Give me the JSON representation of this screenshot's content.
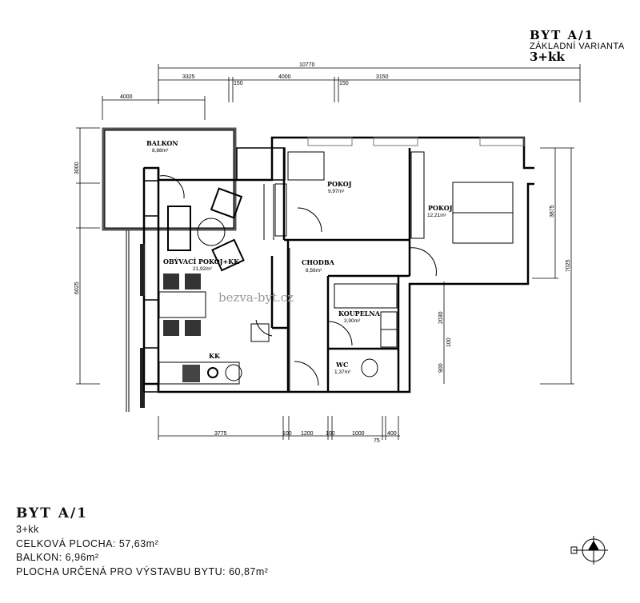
{
  "header": {
    "apartment": "BYT A/1",
    "variant": "ZÁKLADNÍ VARIANTA",
    "layout": "3+kk"
  },
  "dimensions": {
    "top_total": "10770",
    "top_segments": [
      "3325",
      "150",
      "4000",
      "150",
      "3150"
    ],
    "balcony_width": "4000",
    "left": [
      "3000",
      "6025"
    ],
    "right": [
      "3875",
      "7025",
      "2030",
      "100",
      "900"
    ],
    "bottom": [
      "3775",
      "100",
      "1200",
      "100",
      "1000",
      "75",
      "400"
    ]
  },
  "rooms": {
    "balkon": {
      "name": "BALKON",
      "area": "8,88m²"
    },
    "pokoj1": {
      "name": "POKOJ",
      "area": "9,97m²"
    },
    "pokoj2": {
      "name": "POKOJ",
      "area": "12,21m²"
    },
    "obyvaci": {
      "name": "OBÝVACÍ POKOJ+KK",
      "area": "21,92m²"
    },
    "chodba": {
      "name": "CHODBA",
      "area": "8,56m²"
    },
    "koupelna": {
      "name": "KOUPELNA",
      "area": "3,90m²"
    },
    "wc": {
      "name": "WC",
      "area": "1,37m²"
    },
    "kk": {
      "name": "KK"
    }
  },
  "watermark": "bezva-byt.cz",
  "summary": {
    "title": "BYT A/1",
    "layout": "3+kk",
    "total_area": "CELKOVÁ PLOCHA: 57,63m²",
    "balcony": "BALKON: 6,96m²",
    "build_area": "PLOCHA URČENÁ PRO VÝSTAVBU BYTU: 60,87m²"
  },
  "compass_icon": "north-arrow-icon"
}
